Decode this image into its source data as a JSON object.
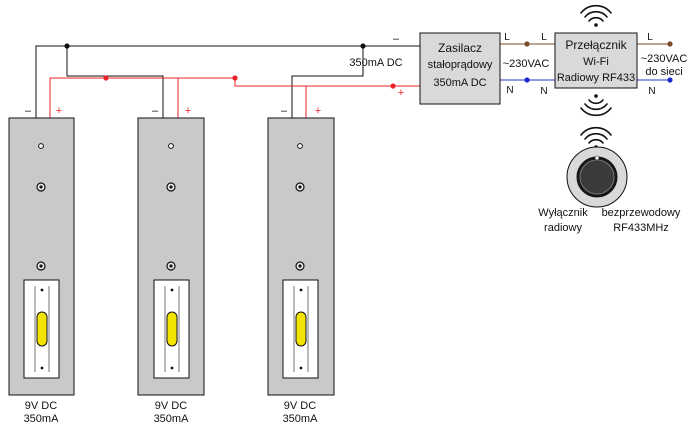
{
  "colors": {
    "wire_black": "#111111",
    "wire_red": "#e8232a",
    "wire_brown": "#7a4a26",
    "wire_blue": "#2433d6",
    "node_red": "#e8232a",
    "node_blue": "#1d2cc9",
    "box_fill": "#d9d9d9",
    "lamp_fill": "#c9c9c9",
    "led_yellow": "#f2e400"
  },
  "icons": {
    "wifi_top": "wifi-signal-icon",
    "wifi_bottom": "wifi-signal-icon",
    "wifi_remote": "wifi-signal-icon",
    "remote_knob": "rotary-knob-icon"
  },
  "psu": {
    "line1": "Zasilacz",
    "line2": "stałoprądowy",
    "line3": "350mA DC",
    "ac_label": "~230VAC",
    "dc_label": "350mA DC",
    "minus": "–",
    "plus": "+",
    "L": "L",
    "N": "N"
  },
  "switch": {
    "line1": "Przełącznik",
    "line2": "Wi-Fi",
    "line3": "Radiowy RF433",
    "L_in": "L",
    "N_in": "N",
    "L_out": "L",
    "N_out": "N"
  },
  "mains": {
    "line1": "~230VAC",
    "line2": "do sieci"
  },
  "remote": {
    "caption_line1_left": "Wyłącznik",
    "caption_line1_right": "bezprzewodowy",
    "caption_line2_left": "radiowy",
    "caption_line2_right": "RF433MHz"
  },
  "lamps": [
    {
      "minus": "–",
      "plus": "+",
      "spec_line1": "9V  DC",
      "spec_line2": "350mA"
    },
    {
      "minus": "–",
      "plus": "+",
      "spec_line1": "9V  DC",
      "spec_line2": "350mA"
    },
    {
      "minus": "–",
      "plus": "+",
      "spec_line1": "9V  DC",
      "spec_line2": "350mA"
    }
  ]
}
